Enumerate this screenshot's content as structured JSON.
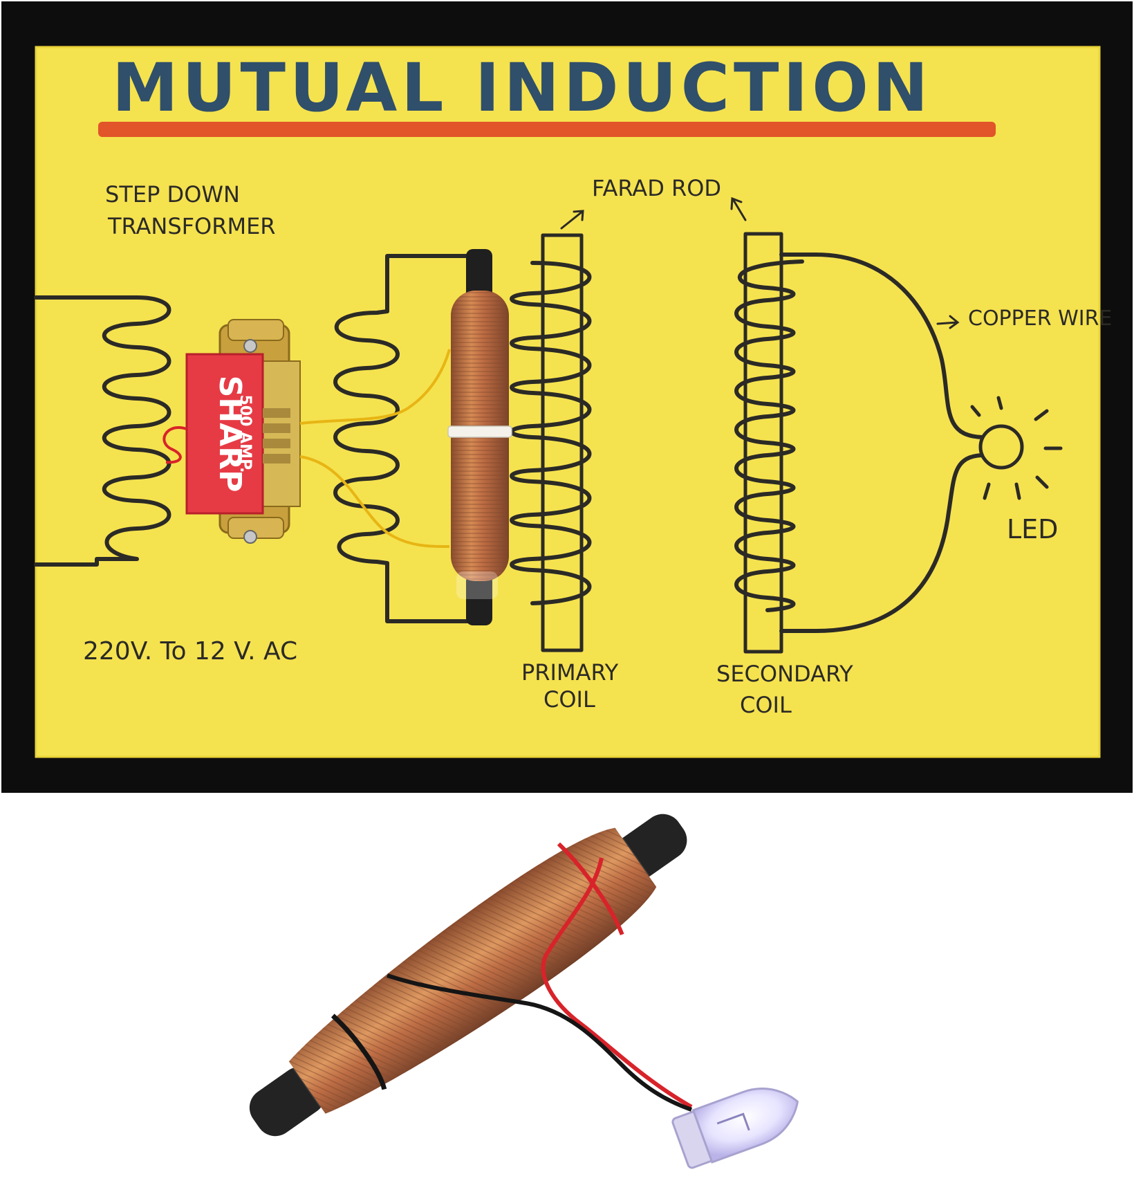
{
  "board": {
    "title": "MUTUAL INDUCTION",
    "labels": {
      "step_down_line1": "STEP DOWN",
      "step_down_line2": "TRANSFORMER",
      "voltage": "220V. To 12 V. AC",
      "farad_rod": "FARAD ROD",
      "copper_wire": "COPPER WIRE",
      "led": "LED",
      "primary_line1": "PRIMARY",
      "primary_line2": "COIL",
      "secondary_line1": "SECONDARY",
      "secondary_line2": "COIL"
    },
    "transformer": {
      "brand": "SHARP",
      "rating": "500 AMP."
    }
  },
  "colors": {
    "frame": "#0e0d0d",
    "board": "#f5e24f",
    "title_ink": "#2f4f6b",
    "underline": "#e2542a",
    "marker_ink": "#2b2a26",
    "copper": "#b5592a",
    "transformer_label": "#e63b45",
    "ferrite": "#1f1f1f",
    "wire_red": "#d8232a",
    "wire_black": "#151515",
    "wire_yellow": "#e7b514"
  },
  "icons": [
    "led-bulb-icon",
    "arrow-icon",
    "coil-icon",
    "transformer-icon",
    "ferrite-rod-icon"
  ]
}
